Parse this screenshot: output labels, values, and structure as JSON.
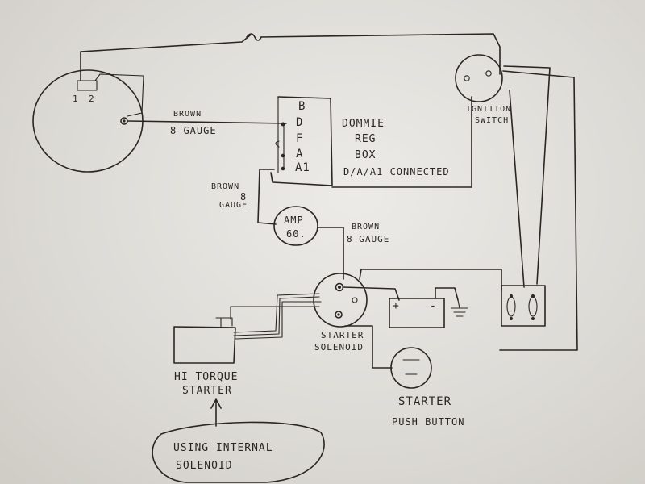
{
  "generator": {
    "terminal_1": "1",
    "terminal_2": "2"
  },
  "wire_gen_to_reg": {
    "line1": "BROWN",
    "line2": "8 GAUGE"
  },
  "regulator": {
    "terminals": [
      "B",
      "D",
      "F",
      "A",
      "A1"
    ],
    "label_1": "DOMMIE",
    "label_2": "REG",
    "label_3": "BOX",
    "label_4": "D/A/A1 CONNECTED"
  },
  "wire_reg_to_amp": {
    "line1": "BROWN",
    "line2": "8",
    "line3": "GAUGE"
  },
  "ammeter": {
    "line1": "AMP",
    "line2": "60."
  },
  "wire_amp_to_solenoid": {
    "line1": "BROWN",
    "line2": "8 GAUGE"
  },
  "ignition_switch": {
    "line1": "IGNITION",
    "line2": "SWITCH"
  },
  "battery": {
    "plus": "+",
    "minus": "-"
  },
  "starter_solenoid": {
    "line1": "STARTER",
    "line2": "SOLENOID"
  },
  "starter_motor": {
    "line1": "HI TORQUE",
    "line2": "STARTER"
  },
  "push_button": {
    "line1": "STARTER",
    "line2": "PUSH BUTTON"
  },
  "note": {
    "line1": "USING INTERNAL",
    "line2": "SOLENOID"
  }
}
